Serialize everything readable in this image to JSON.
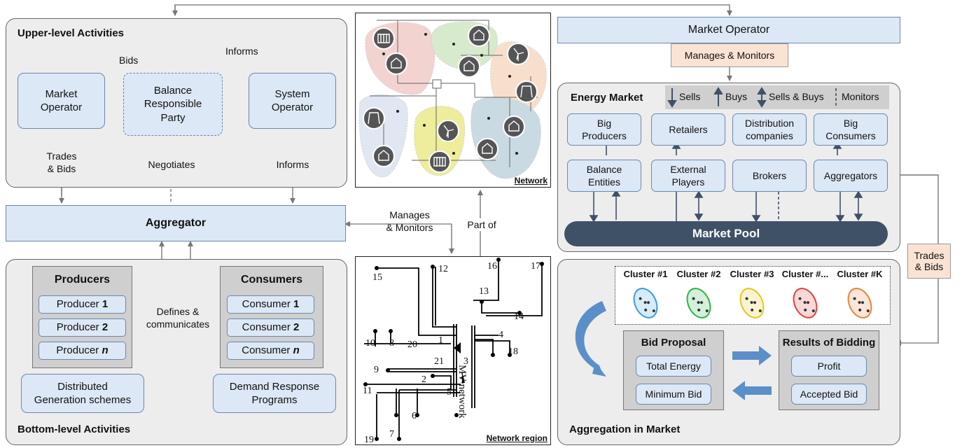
{
  "upper": {
    "title": "Upper-level Activities",
    "informs_top": "Informs",
    "bids": "Bids",
    "market_operator": "Market\nOperator",
    "brp": "Balance\nResponsible\nParty",
    "system_operator": "System\nOperator",
    "trades_bids": "Trades\n& Bids",
    "negotiates": "Negotiates",
    "informs_right": "Informs"
  },
  "aggregator": "Aggregator",
  "bottom": {
    "title": "Bottom-level Activities",
    "producers_title": "Producers",
    "producers": [
      {
        "base": "Producer ",
        "idx": "1"
      },
      {
        "base": "Producer ",
        "idx": "2"
      },
      {
        "base": "Producer ",
        "idx": "n"
      }
    ],
    "consumers_title": "Consumers",
    "consumers": [
      {
        "base": "Consumer ",
        "idx": "1"
      },
      {
        "base": "Consumer ",
        "idx": "2"
      },
      {
        "base": "Consumer ",
        "idx": "n"
      }
    ],
    "defines": "Defines &\ncommunicates",
    "dg": "Distributed\nGeneration schemes",
    "dr": "Demand Response\nPrograms"
  },
  "network": {
    "label": "Network",
    "region_label": "Network region",
    "manages": "Manages\n& Monitors",
    "part_of": "Part of",
    "mv": "MV network",
    "nodes": [
      "1",
      "2",
      "3",
      "4",
      "5",
      "6",
      "7",
      "8",
      "9",
      "10",
      "11",
      "12",
      "13",
      "14",
      "15",
      "16",
      "17",
      "18",
      "19",
      "20",
      "21"
    ]
  },
  "market": {
    "operator": "Market Operator",
    "manages": "Manages & Monitors",
    "title": "Energy Market",
    "legend": {
      "sells": "Sells",
      "buys": "Buys",
      "sellsbuys": "Sells & Buys",
      "monitors": "Monitors"
    },
    "top_row": [
      "Big\nProducers",
      "Retailers",
      "Distribution\ncompanies",
      "Big\nConsumers"
    ],
    "bottom_row": [
      "Balance\nEntities",
      "External\nPlayers",
      "Brokers",
      "Aggregators"
    ],
    "pool": "Market Pool",
    "trades_bids": "Trades\n& Bids"
  },
  "aggregation": {
    "title": "Aggregation in Market",
    "clusters": [
      "Cluster #1",
      "Cluster #2",
      "Cluster #3",
      "Cluster #...",
      "Cluster #K"
    ],
    "bid_proposal": "Bid Proposal",
    "total_energy": "Total Energy",
    "minimum_bid": "Minimum Bid",
    "results": "Results of Bidding",
    "profit": "Profit",
    "accepted_bid": "Accepted Bid"
  },
  "colors": {
    "panel": "#ededed",
    "box": "#dce8f5",
    "peach": "#fbe3d4",
    "pool": "#3f5166",
    "arrow": "#5b8fc9",
    "cluster_colors": [
      "#3a9be0",
      "#2fb344",
      "#e8c51a",
      "#e0413c",
      "#e8823a"
    ]
  }
}
